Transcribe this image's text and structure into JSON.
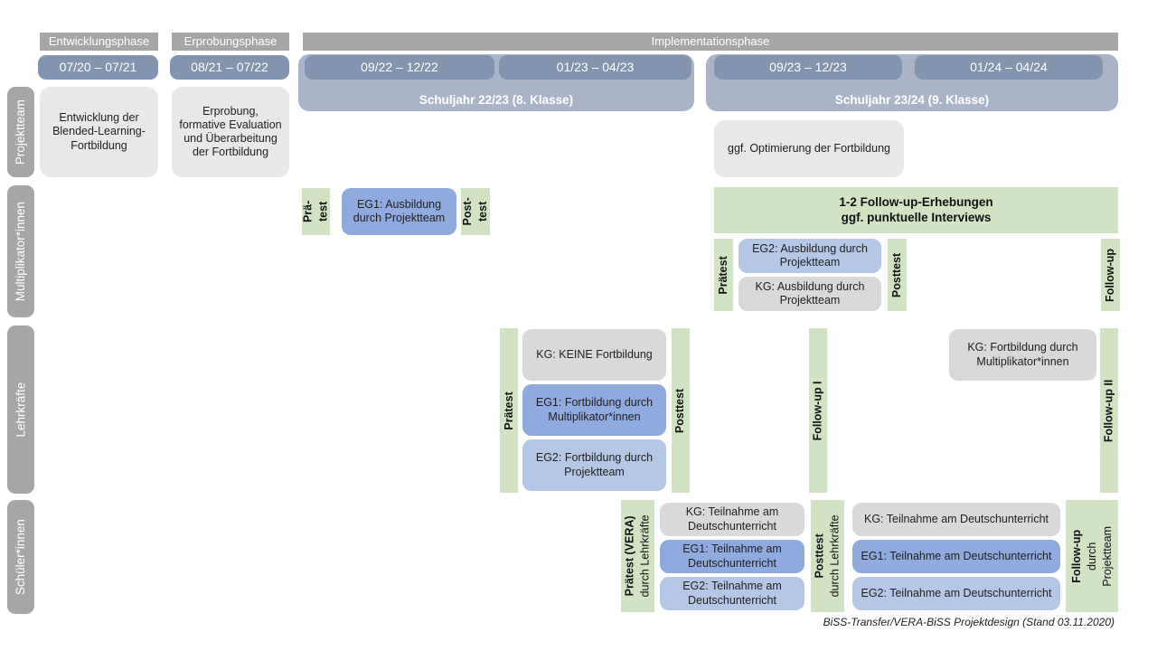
{
  "header": {
    "phases": [
      {
        "label": "Entwicklungsphase"
      },
      {
        "label": "Erprobungsphase"
      },
      {
        "label": "Implementationsphase"
      }
    ],
    "dates": [
      {
        "label": "07/20 – 07/21"
      },
      {
        "label": "08/21 – 07/22"
      },
      {
        "label": "09/22 – 12/22"
      },
      {
        "label": "01/23 – 04/23"
      },
      {
        "label": "09/23 – 12/23"
      },
      {
        "label": "01/24 – 04/24"
      }
    ],
    "school_years": [
      {
        "label": "Schuljahr 22/23 (8. Klasse)"
      },
      {
        "label": "Schuljahr 23/24 (9. Klasse)"
      }
    ]
  },
  "row_labels": {
    "projektteam": "Projektteam",
    "multiplikatoren": "Multiplikator*innen",
    "lehrkraefte": "Lehrkräfte",
    "schueler": "Schüler*innen"
  },
  "projektteam": {
    "entwicklung": "Entwicklung der Blended-Learning-Fortbildung",
    "erprobung": "Erprobung, formative Evaluation und Überarbeitung der Fortbildung",
    "optimierung": "ggf. Optimierung der Fortbildung"
  },
  "multiplikatoren": {
    "praetest_l1": "Prä-",
    "praetest_l2": "test",
    "eg1": "EG1: Ausbildung durch Projektteam",
    "posttest_l1": "Post-",
    "posttest_l2": "test",
    "followup_box_l1": "1-2 Follow-up-Erhebungen",
    "followup_box_l2": "ggf. punktuelle Interviews",
    "praetest2": "Prätest",
    "eg2": "EG2: Ausbildung durch Projektteam",
    "kg": "KG: Ausbildung durch Projektteam",
    "posttest2": "Posttest",
    "followup": "Follow-up"
  },
  "lehrkraefte": {
    "praetest": "Prätest",
    "kg": "KG: KEINE Fortbildung",
    "eg1": "EG1: Fortbildung durch Multiplikator*innen",
    "eg2": "EG2: Fortbildung durch Projektteam",
    "posttest": "Posttest",
    "followup1": "Follow-up I",
    "kg2": "KG: Fortbildung durch Multiplikator*innen",
    "followup2": "Follow-up II"
  },
  "schueler": {
    "praetest_l1": "Prätest (VERA)",
    "praetest_l2": "durch  Lehrkräfte",
    "kg": "KG: Teilnahme am Deutschunterricht",
    "eg1": "EG1: Teilnahme am Deutschunterricht",
    "eg2": "EG2: Teilnahme am Deutschunterricht",
    "posttest_l1": "Posttest",
    "posttest_l2": "durch  Lehrkräfte",
    "kg2": "KG: Teilnahme am Deutschunterricht",
    "eg1b": "EG1: Teilnahme am Deutschunterricht",
    "eg2b": "EG2: Teilnahme am Deutschunterricht",
    "followup_l1": "Follow-up",
    "followup_l2": "durch",
    "followup_l3": "Projektteam"
  },
  "caption": "BiSS-Transfer/VERA-BiSS Projektdesign (Stand 03.11.2020)",
  "colors": {
    "phase_header": "#a6a6a6",
    "date_bar": "#8294ae",
    "school_year_bar": "#a9b4c9",
    "light_gray_box": "#e9e8e8",
    "kg_gray_box": "#d9d9d9",
    "eg1_blue": "#8faadc",
    "eg2_blue": "#b4c7e7",
    "green": "#d2e3c4"
  }
}
